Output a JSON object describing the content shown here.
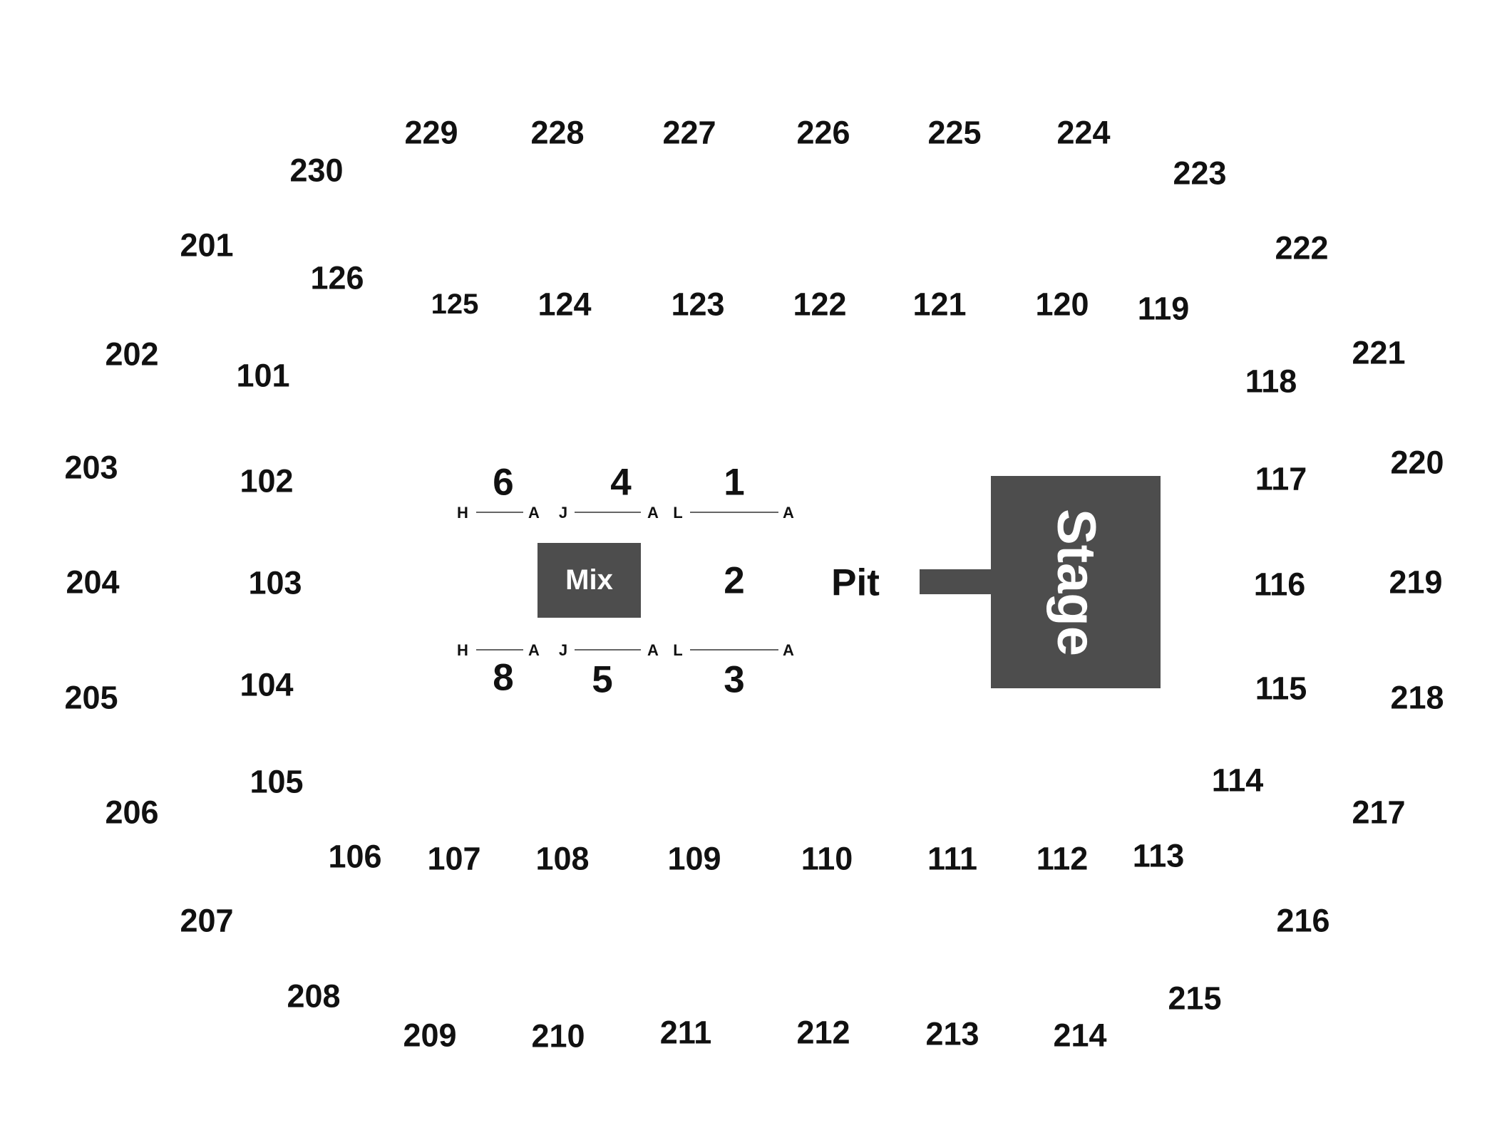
{
  "colors": {
    "background": "#ffffff",
    "text": "#111111",
    "stage_fill": "#4d4d4d",
    "row_line": "#666666"
  },
  "stage": {
    "label": "Stage"
  },
  "mix": {
    "label": "Mix"
  },
  "pit": {
    "label": "Pit"
  },
  "floor_sections": [
    "1",
    "2",
    "3",
    "4",
    "5",
    "6",
    "8"
  ],
  "row_markers": {
    "top": [
      "H",
      "A",
      "J",
      "A",
      "L",
      "A"
    ],
    "bottom": [
      "H",
      "A",
      "J",
      "A",
      "L",
      "A"
    ]
  },
  "lower_bowl": [
    "101",
    "102",
    "103",
    "104",
    "105",
    "106",
    "107",
    "108",
    "109",
    "110",
    "111",
    "112",
    "113",
    "114",
    "115",
    "116",
    "117",
    "118",
    "119",
    "120",
    "121",
    "122",
    "123",
    "124",
    "125",
    "126"
  ],
  "upper_bowl": [
    "201",
    "202",
    "203",
    "204",
    "205",
    "206",
    "207",
    "208",
    "209",
    "210",
    "211",
    "212",
    "213",
    "214",
    "215",
    "216",
    "217",
    "218",
    "219",
    "220",
    "221",
    "222",
    "223",
    "224",
    "225",
    "226",
    "227",
    "228",
    "229",
    "230"
  ]
}
